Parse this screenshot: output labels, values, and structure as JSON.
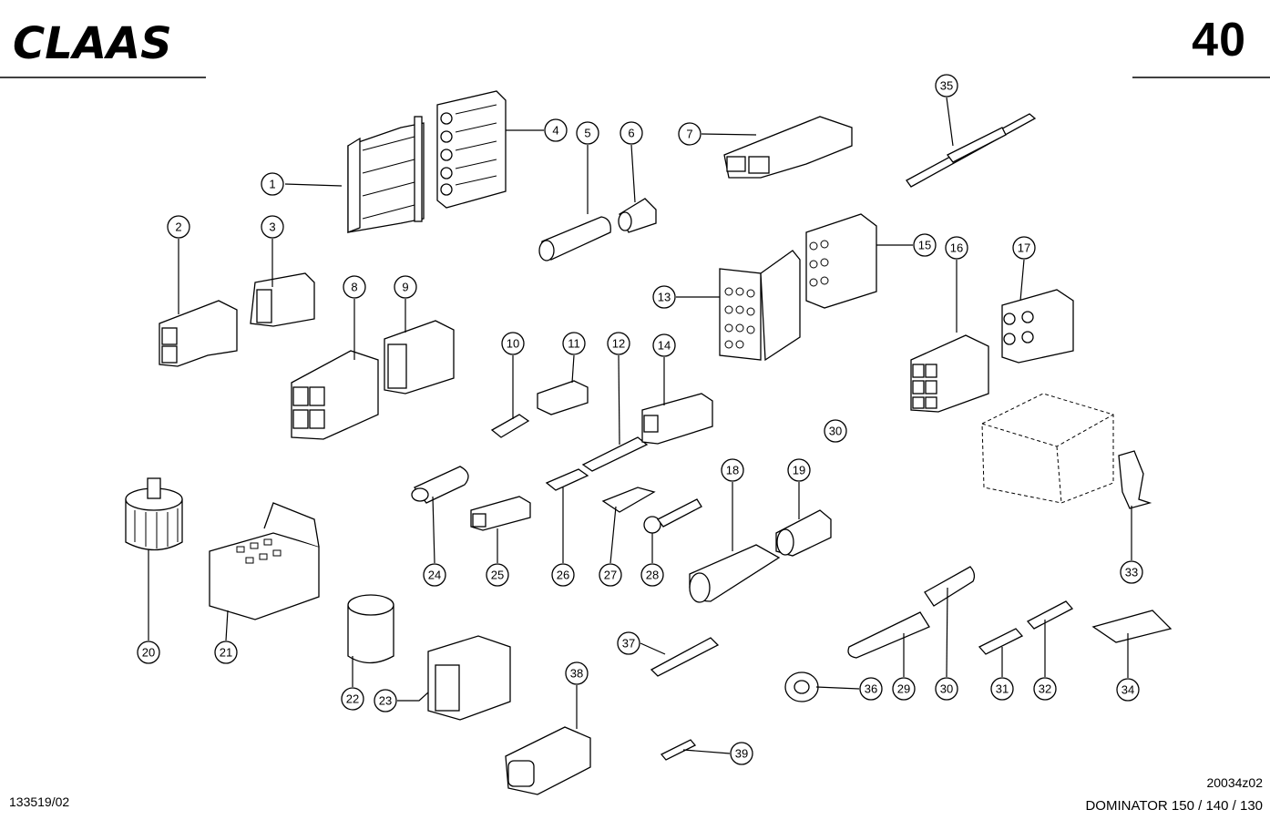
{
  "header": {
    "brand": "CLAAS",
    "page_number": "40"
  },
  "footer": {
    "doc_number": "133519/02",
    "drawing_code": "20034z02",
    "model": "DOMINATOR 150 / 140 / 130"
  },
  "callouts": [
    "1",
    "2",
    "3",
    "4",
    "5",
    "6",
    "7",
    "8",
    "9",
    "10",
    "11",
    "12",
    "13",
    "14",
    "15",
    "16",
    "17",
    "18",
    "19",
    "20",
    "21",
    "22",
    "23",
    "24",
    "25",
    "26",
    "27",
    "28",
    "29",
    "30",
    "30",
    "31",
    "32",
    "33",
    "34",
    "35",
    "36",
    "37",
    "38",
    "39"
  ]
}
